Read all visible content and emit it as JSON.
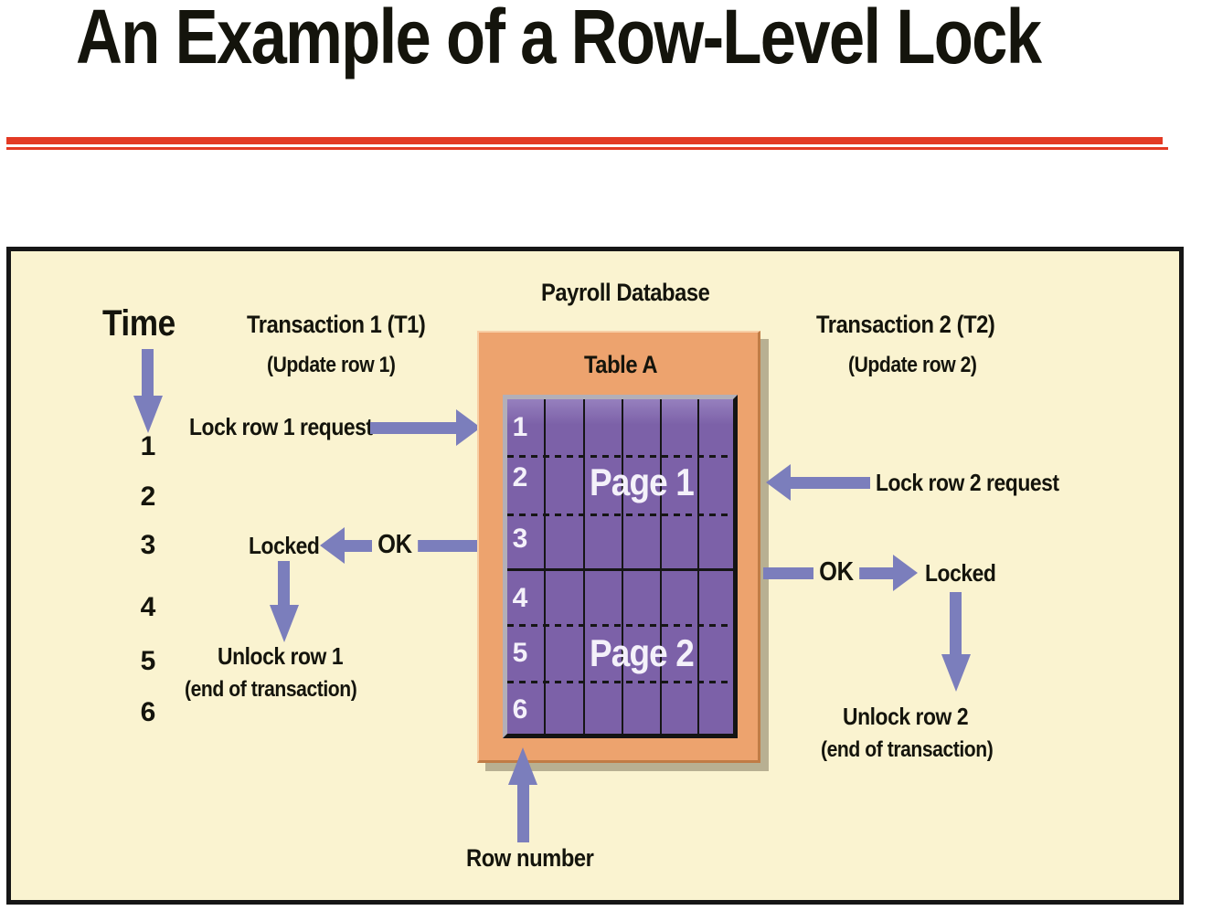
{
  "slide": {
    "title": "An Example of a Row-Level Lock"
  },
  "diagram": {
    "database_label": "Payroll Database",
    "table_label": "Table A",
    "row_number_label": "Row number",
    "time": {
      "label": "Time",
      "ticks": [
        "1",
        "2",
        "3",
        "4",
        "5",
        "6"
      ]
    },
    "t1": {
      "title": "Transaction 1 (T1)",
      "subtitle": "(Update row 1)",
      "lock_request": "Lock row 1 request",
      "ok": "OK",
      "locked": "Locked",
      "unlock": "Unlock row 1",
      "unlock_note": "(end of transaction)"
    },
    "t2": {
      "title": "Transaction 2 (T2)",
      "subtitle": "(Update row 2)",
      "lock_request": "Lock row 2 request",
      "ok": "OK",
      "locked": "Locked",
      "unlock": "Unlock row 2",
      "unlock_note": "(end of transaction)"
    },
    "grid": {
      "row_numbers": [
        "1",
        "2",
        "3",
        "4",
        "5",
        "6"
      ],
      "pages": [
        "Page 1",
        "Page 2"
      ]
    }
  },
  "colors": {
    "ink": "#14140C",
    "panel": "#FAF3D0",
    "orange": "#EDA36E",
    "purple": "#7C61A8",
    "purple_light": "#9680BE",
    "arrow": "#7B7EBC",
    "red": "#E33A24",
    "bevel": "#B3AFB8",
    "white_text": "#F4F1FA"
  }
}
